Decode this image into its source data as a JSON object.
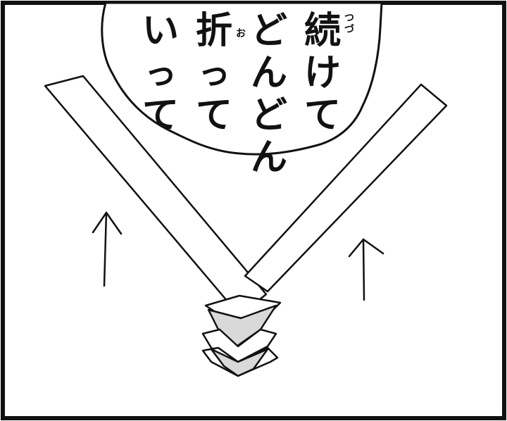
{
  "speech_bubble": {
    "columns": [
      {
        "text": [
          "続",
          "け",
          "て"
        ]
      },
      {
        "text": [
          "ど",
          "ん",
          "ど",
          "ん"
        ]
      },
      {
        "text": [
          "折",
          "っ",
          "て"
        ]
      },
      {
        "text": [
          "い",
          "っ",
          "て"
        ]
      }
    ],
    "ruby_tsuzu": [
      "つ",
      "づ"
    ],
    "ruby_o": "お"
  },
  "colors": {
    "line": "#111111",
    "fold_fill": "#d9d9d9",
    "background": "#ffffff"
  },
  "icons": [
    "up-arrow-icon",
    "up-arrow-icon"
  ]
}
